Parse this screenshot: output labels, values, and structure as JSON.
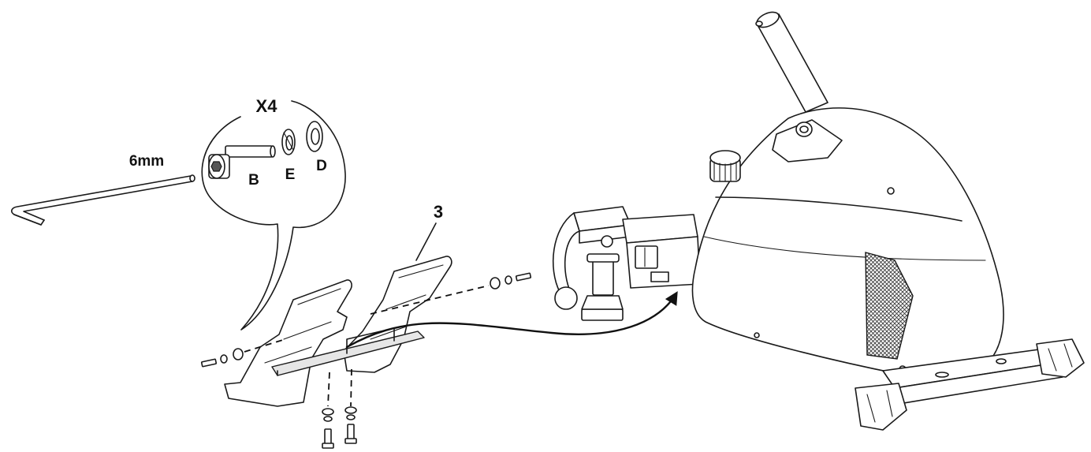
{
  "labels": {
    "quantity": "X4",
    "tool_size": "6mm",
    "bolt": "B",
    "spring_washer": "E",
    "flat_washer": "D",
    "part_number": "3"
  }
}
